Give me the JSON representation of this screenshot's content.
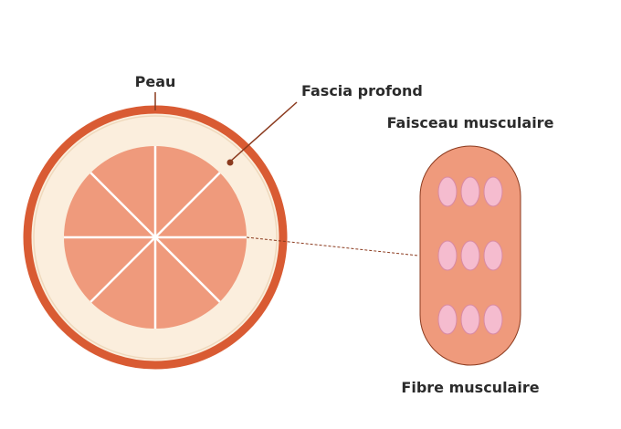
{
  "labels": {
    "skin": "Peau",
    "deep_fascia": "Fascia profond",
    "muscle_bundle": "Faisceau musculaire",
    "muscle_fiber": "Fibre musculaire"
  },
  "colors": {
    "skin": "#d95b33",
    "fascia": "#fbeedd",
    "muscle": "#ef9a7c",
    "fiber": "#f5bccf",
    "fiber_stroke": "#d98aa4",
    "leader_line": "#8b3a1e",
    "divider": "#ffffff"
  },
  "cross_section": {
    "segments": 8
  },
  "bundle": {
    "fiber_rows": 3,
    "fiber_cols": 3
  }
}
